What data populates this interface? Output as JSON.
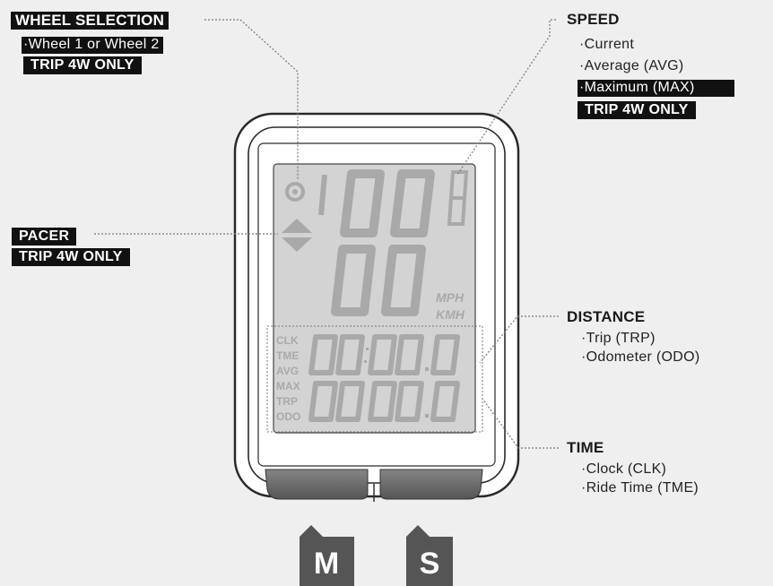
{
  "wheel": {
    "title": "WHEEL SELECTION",
    "item": "Wheel 1 or Wheel 2",
    "badge": "TRIP 4W ONLY"
  },
  "pacer": {
    "title": "PACER",
    "badge": "TRIP 4W ONLY"
  },
  "speed": {
    "title": "SPEED",
    "items": [
      "Current",
      "Average (AVG)",
      "Maximum (MAX)"
    ],
    "badge": "TRIP 4W ONLY"
  },
  "distance": {
    "title": "DISTANCE",
    "items": [
      "Trip (TRP)",
      "Odometer (ODO)"
    ]
  },
  "time": {
    "title": "TIME",
    "items": [
      "Clock (CLK)",
      "Ride Time (TME)"
    ]
  },
  "display": {
    "speed_units": [
      "MPH",
      "KMH"
    ],
    "modes": [
      "CLK",
      "TME",
      "AVG",
      "MAX",
      "TRP",
      "ODO"
    ]
  },
  "buttons": {
    "left": "M",
    "right": "S"
  },
  "colors": {
    "lcd_background": "#d3d3d3",
    "lcd_segment": "#a9a9a9",
    "device_outline": "#2a2a2a",
    "button": "#6b6b6b",
    "label_highlight": "#111111"
  }
}
